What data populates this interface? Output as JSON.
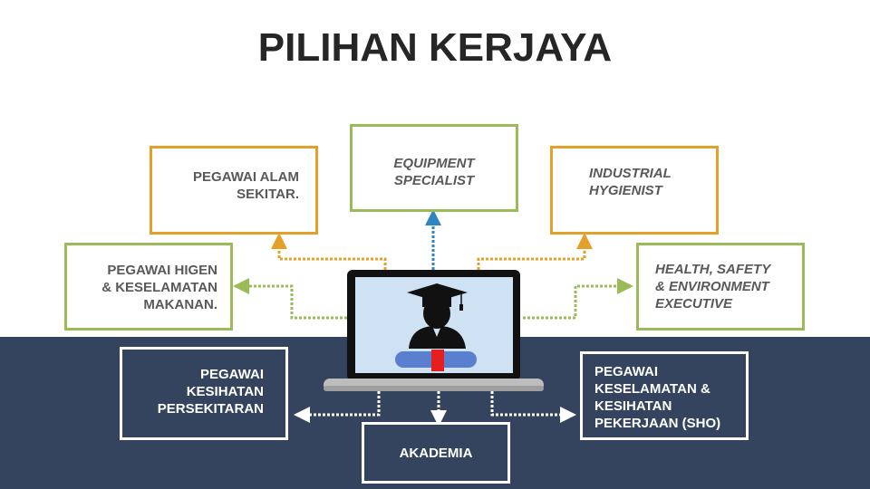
{
  "title": "PILIHAN KERJAYA",
  "careers": {
    "alam_sekitar": "PEGAWAI ALAM\nSEKITAR.",
    "equipment": "EQUIPMENT\nSPECIALIST",
    "industrial": "INDUSTRIAL\nHYGIENIST",
    "higen": "PEGAWAI  HIGEN\n& KESELAMATAN\nMAKANAN.",
    "hse": "HEALTH, SAFETY\n& ENVIRONMENT\nEXECUTIVE",
    "persekitaran": "PEGAWAI\nKESIHATAN\nPERSEKITARAN",
    "akademia": "AKADEMIA",
    "sho": "PEGAWAI\nKESELAMATAN &\nKESIHATAN\nPEKERJAAN (SHO)"
  },
  "colors": {
    "orange": "#E5A02A",
    "green": "#9BBB59",
    "blue": "#2E86C1",
    "navy": "#34445E"
  }
}
